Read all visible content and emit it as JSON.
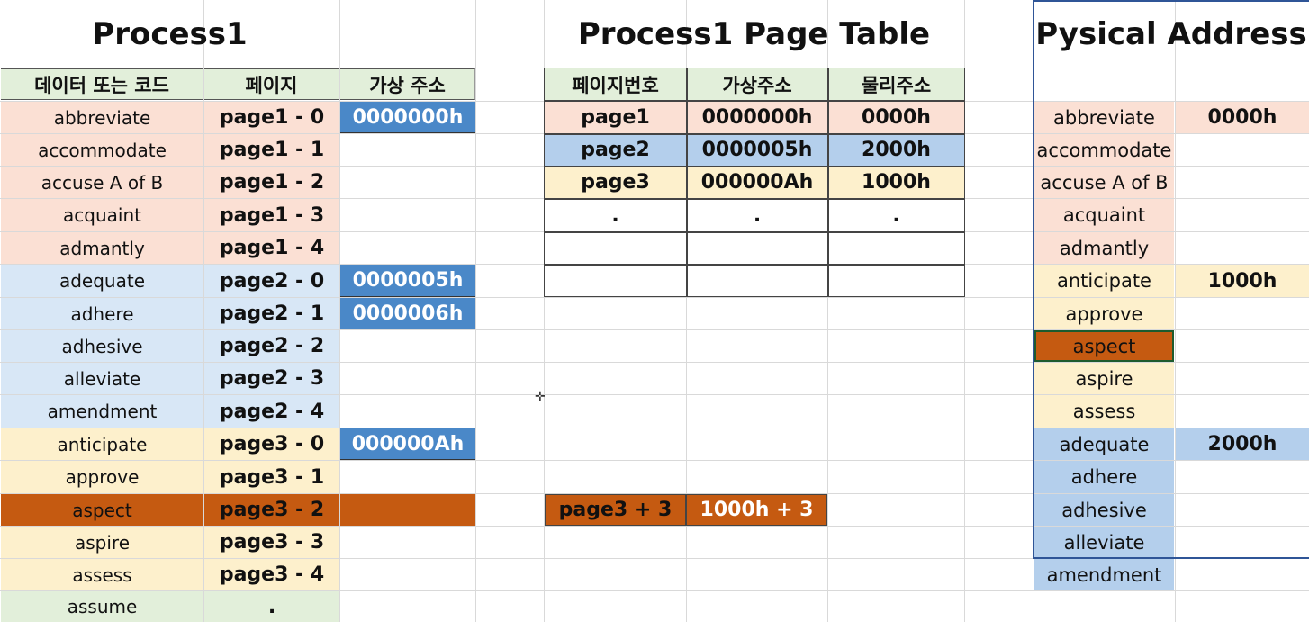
{
  "colors": {
    "pink": "#fbe0d4",
    "blue": "#d8e7f6",
    "yellow": "#fdf0cc",
    "green": "#e2efda",
    "hdr": "#e2efda",
    "vaddr": "#4a88c8",
    "vaddr_text": "#ffffff",
    "highlight": "#c55a11",
    "pt_pink": "#fbe0d4",
    "pt_blue": "#b4cfec",
    "pt_yellow": "#fdf0cc",
    "phys_pink": "#fbe0d4",
    "phys_yellow": "#fdf0cc",
    "phys_blue": "#b4cfec",
    "phys_border": "#2f5597"
  },
  "titles": {
    "process1": "Process1",
    "page_table": "Process1 Page Table",
    "physical": "Pysical Address"
  },
  "process_headers": [
    "데이터 또는 코드",
    "페이지",
    "가상 주소"
  ],
  "process_rows": [
    {
      "data": "abbreviate",
      "page": "page1 - 0",
      "vaddr": "0000000h",
      "color": "pink"
    },
    {
      "data": "accommodate",
      "page": "page1 - 1",
      "vaddr": "",
      "color": "pink"
    },
    {
      "data": "accuse A of B",
      "page": "page1 - 2",
      "vaddr": "",
      "color": "pink"
    },
    {
      "data": "acquaint",
      "page": "page1 - 3",
      "vaddr": "",
      "color": "pink"
    },
    {
      "data": "admantly",
      "page": "page1 - 4",
      "vaddr": "",
      "color": "pink"
    },
    {
      "data": "adequate",
      "page": "page2 - 0",
      "vaddr": "0000005h",
      "color": "blue"
    },
    {
      "data": "adhere",
      "page": "page2 - 1",
      "vaddr": "0000006h",
      "color": "blue"
    },
    {
      "data": "adhesive",
      "page": "page2 - 2",
      "vaddr": "",
      "color": "blue"
    },
    {
      "data": "alleviate",
      "page": "page2 - 3",
      "vaddr": "",
      "color": "blue"
    },
    {
      "data": "amendment",
      "page": "page2 - 4",
      "vaddr": "",
      "color": "blue"
    },
    {
      "data": "anticipate",
      "page": "page3 - 0",
      "vaddr": "000000Ah",
      "color": "yellow"
    },
    {
      "data": "approve",
      "page": "page3 - 1",
      "vaddr": "",
      "color": "yellow"
    },
    {
      "data": "aspect",
      "page": "page3 - 2",
      "vaddr": "",
      "color": "highlight"
    },
    {
      "data": "aspire",
      "page": "page3 - 3",
      "vaddr": "",
      "color": "yellow"
    },
    {
      "data": "assess",
      "page": "page3 - 4",
      "vaddr": "",
      "color": "yellow"
    },
    {
      "data": "assume",
      "page": ".",
      "vaddr": "",
      "color": "green"
    }
  ],
  "page_table_headers": [
    "페이지번호",
    "가상주소",
    "물리주소"
  ],
  "page_table_rows": [
    {
      "page": "page1",
      "vaddr": "0000000h",
      "paddr": "0000h",
      "color": "pt_pink"
    },
    {
      "page": "page2",
      "vaddr": "0000005h",
      "paddr": "2000h",
      "color": "pt_blue"
    },
    {
      "page": "page3",
      "vaddr": "000000Ah",
      "paddr": "1000h",
      "color": "pt_yellow"
    },
    {
      "page": ".",
      "vaddr": ".",
      "paddr": ".",
      "color": "white"
    },
    {
      "page": "",
      "vaddr": "",
      "paddr": "",
      "color": "white"
    },
    {
      "page": "",
      "vaddr": "",
      "paddr": "",
      "color": "white"
    }
  ],
  "calc": {
    "page": "page3 + 3",
    "addr": "1000h + 3"
  },
  "physical_rows": [
    {
      "data": "abbreviate",
      "addr": "0000h",
      "color": "phys_pink"
    },
    {
      "data": "accommodate",
      "addr": "",
      "color": "phys_pink"
    },
    {
      "data": "accuse A of B",
      "addr": "",
      "color": "phys_pink"
    },
    {
      "data": "acquaint",
      "addr": "",
      "color": "phys_pink"
    },
    {
      "data": "admantly",
      "addr": "",
      "color": "phys_pink"
    },
    {
      "data": "anticipate",
      "addr": "1000h",
      "color": "phys_yellow"
    },
    {
      "data": "approve",
      "addr": "",
      "color": "phys_yellow"
    },
    {
      "data": "aspect",
      "addr": "",
      "color": "highlight"
    },
    {
      "data": "aspire",
      "addr": "",
      "color": "phys_yellow"
    },
    {
      "data": "assess",
      "addr": "",
      "color": "phys_yellow"
    },
    {
      "data": "adequate",
      "addr": "2000h",
      "color": "phys_blue"
    },
    {
      "data": "adhere",
      "addr": "",
      "color": "phys_blue"
    },
    {
      "data": "adhesive",
      "addr": "",
      "color": "phys_blue"
    },
    {
      "data": "alleviate",
      "addr": "",
      "color": "phys_blue"
    },
    {
      "data": "amendment",
      "addr": "",
      "color": "phys_blue"
    }
  ],
  "cursor_icon": "plus-cursor-icon"
}
